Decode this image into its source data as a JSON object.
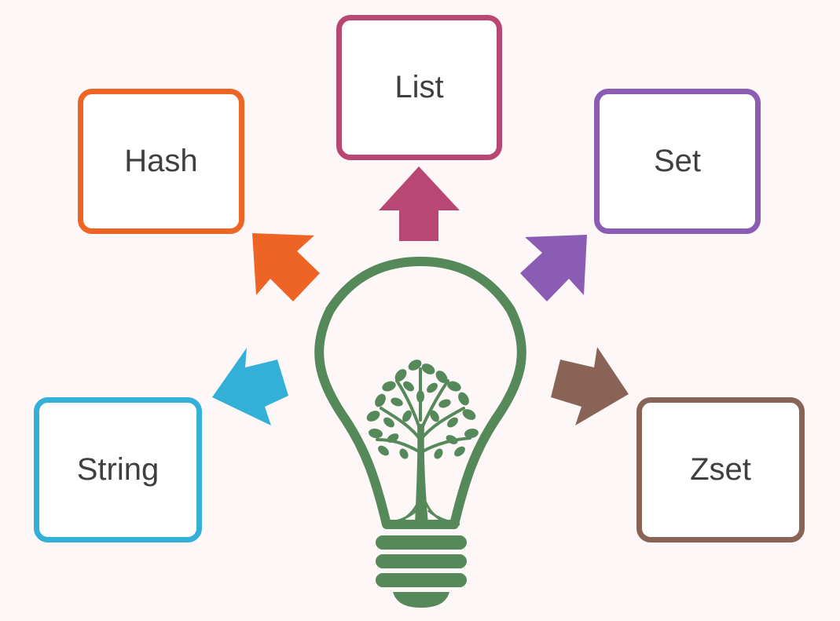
{
  "diagram": {
    "nodes": [
      {
        "id": "list",
        "label": "List",
        "color": "#b94774"
      },
      {
        "id": "hash",
        "label": "Hash",
        "color": "#ee6425"
      },
      {
        "id": "set",
        "label": "Set",
        "color": "#8a5cb3"
      },
      {
        "id": "string",
        "label": "String",
        "color": "#33b0d7"
      },
      {
        "id": "zset",
        "label": "Zset",
        "color": "#896456"
      }
    ],
    "center_icon": "lightbulb-tree-icon",
    "center_color": "#56895a"
  }
}
